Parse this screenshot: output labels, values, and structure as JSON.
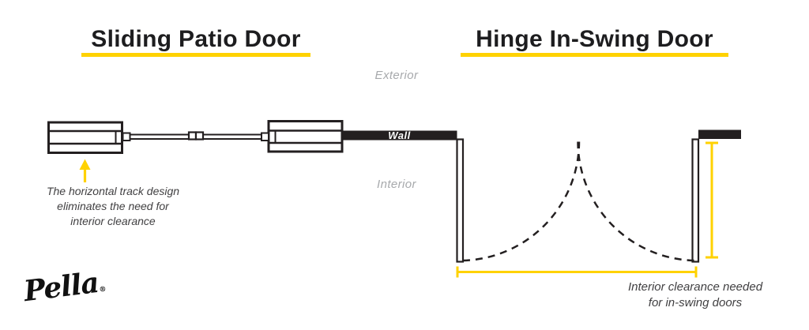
{
  "colors": {
    "accent_yellow": "#FFD200",
    "diagram_black": "#231F20",
    "muted_gray": "#A7A9AC",
    "text_dark": "#414042"
  },
  "sliding_section": {
    "title": "Sliding Patio Door",
    "annotation": {
      "line1": "The horizontal track design",
      "line2": "eliminates the need for",
      "line3": "interior clearance"
    }
  },
  "hinge_section": {
    "title": "Hinge In-Swing Door",
    "annotation": {
      "line1": "Interior clearance needed",
      "line2": "for in-swing doors"
    }
  },
  "labels": {
    "exterior": "Exterior",
    "interior": "Interior",
    "wall": "Wall"
  },
  "logo": {
    "brand": "Pella",
    "registered": "®"
  }
}
